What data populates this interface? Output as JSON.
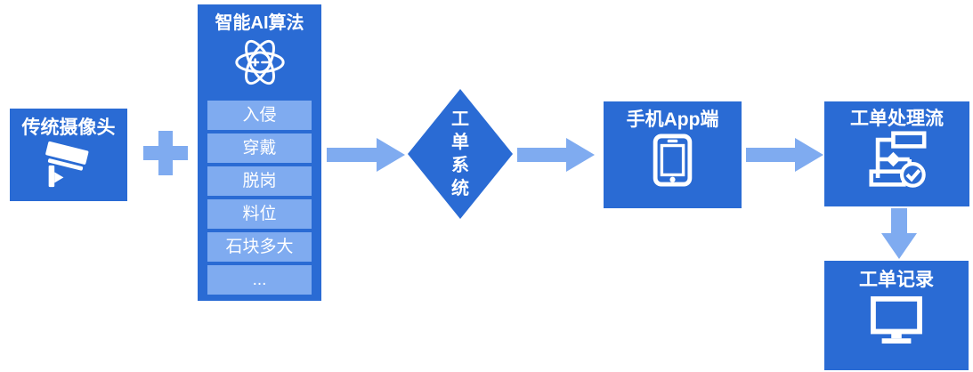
{
  "colors": {
    "primary_blue": "#2a6bd4",
    "light_blue": "#7fabf0",
    "background": "#ffffff",
    "text": "#ffffff"
  },
  "flow": {
    "camera": {
      "title": "传统摄像头",
      "icon": "cctv-camera-icon"
    },
    "plus": {
      "icon": "plus-icon"
    },
    "ai": {
      "title": "智能AI算法",
      "icon": "atom-icon",
      "items": [
        "入侵",
        "穿戴",
        "脱岗",
        "料位",
        "石块多大",
        "..."
      ]
    },
    "order_system": {
      "title": "工单系统"
    },
    "app": {
      "title": "手机App端",
      "icon": "smartphone-icon"
    },
    "process": {
      "title": "工单处理流",
      "icon": "workflow-check-icon"
    },
    "record": {
      "title": "工单记录",
      "icon": "monitor-icon"
    }
  }
}
